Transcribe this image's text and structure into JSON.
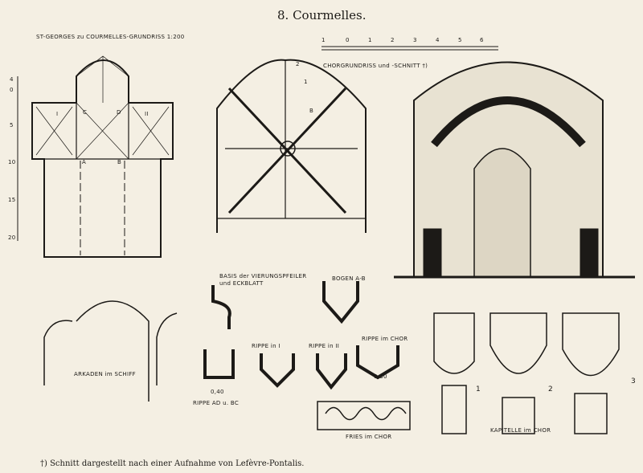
{
  "title": "8. Courmelles.",
  "plan_label": "ST-GEORGES zu COURMELLES-GRUNDRISS 1:200",
  "plan_scale": [
    "4",
    "0",
    "5",
    "10",
    "15",
    "20"
  ],
  "plan_letters": [
    "I",
    "C",
    "D",
    "II",
    "A",
    "B"
  ],
  "choir_label": "CHORGRUNDRISS und -SCHNITT †)",
  "choir_scale": [
    "1",
    "0",
    "1",
    "2",
    "3",
    "4",
    "5",
    "6"
  ],
  "choir_numbers": [
    "2",
    "1",
    "B"
  ],
  "basis_label": "BASIS der VIERUNGSPFEILER und ECKBLATT",
  "bogen_label": "BOGEN A-B",
  "arkaden_label": "ARKADEN im SCHIFF",
  "rippe_i_label": "RIPPE in I",
  "rippe_ii_label": "RIPPE in II",
  "rippe_chor_label": "RIPPE im CHOR",
  "rippe_ad_label": "RIPPE AD u. BC",
  "dim_040": "0,40",
  "dim_030": "0,30",
  "fries_label": "FRIES im CHOR",
  "kapitelle_label": "KAPITELLE im CHOR",
  "capital_numbers": [
    "1",
    "2",
    "3"
  ],
  "footnote": "†) Schnitt dargestellt nach einer Aufnahme von Lefèvre-Pontalis."
}
